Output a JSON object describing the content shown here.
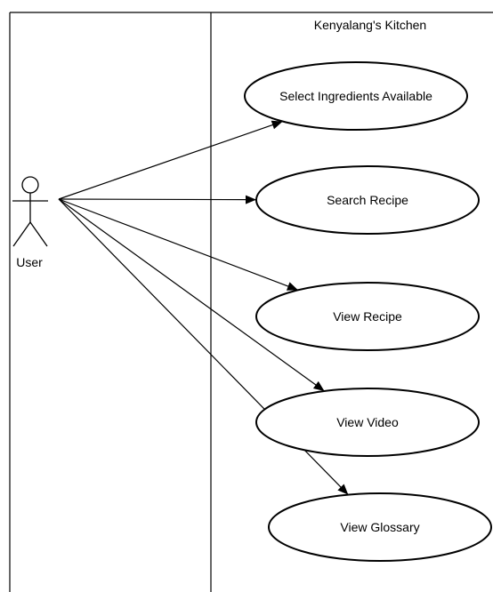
{
  "system": {
    "title": "Kenyalang's Kitchen"
  },
  "actor": {
    "label": "User"
  },
  "use_cases": [
    {
      "label": "Select Ingredients Available"
    },
    {
      "label": "Search Recipe"
    },
    {
      "label": "View Recipe"
    },
    {
      "label": "View Video"
    },
    {
      "label": "View Glossary"
    }
  ],
  "colors": {
    "line": "#000000",
    "background": "#ffffff"
  }
}
